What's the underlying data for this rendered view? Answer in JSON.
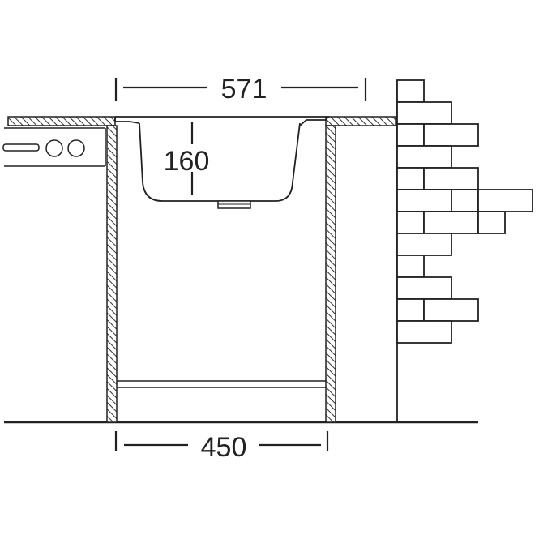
{
  "dimensions": {
    "top_width": "571",
    "bowl_depth": "160",
    "cabinet_width": "450"
  },
  "colors": {
    "line": "#222222",
    "hatch": "#333333",
    "background": "#ffffff"
  },
  "icons": {
    "knob": "circle-outline",
    "oven_handle": "rounded-rectangle"
  }
}
